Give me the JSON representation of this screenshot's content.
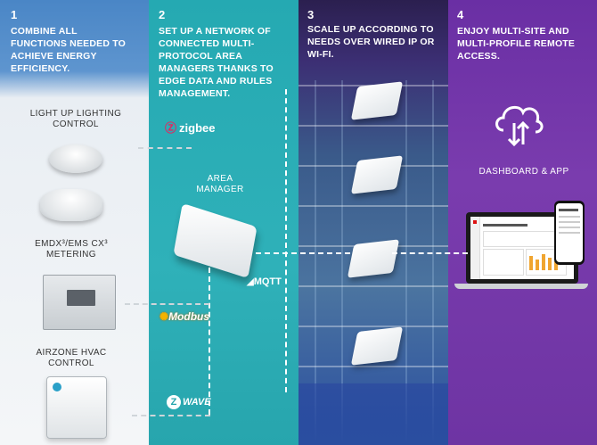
{
  "columns": [
    {
      "number": "1",
      "heading": "COMBINE ALL FUNCTIONS NEEDED TO ACHIEVE ENERGY EFFICIENCY."
    },
    {
      "number": "2",
      "heading": "SET UP A NETWORK OF CONNECTED MULTI-PROTOCOL AREA MANAGERS THANKS TO EDGE DATA AND RULES MANAGEMENT."
    },
    {
      "number": "3",
      "heading": "SCALE UP ACCORDING TO NEEDS OVER WIRED IP OR WI-FI."
    },
    {
      "number": "4",
      "heading": "ENJOY MULTI-SITE AND MULTI-PROFILE REMOTE ACCESS."
    }
  ],
  "devices": {
    "lighting": "LIGHT UP LIGHTING CONTROL",
    "metering": "EMDX³/EMS CX³ METERING",
    "hvac": "AIRZONE HVAC CONTROL"
  },
  "area_manager": "AREA MANAGER",
  "protocols": {
    "zigbee": "zigbee",
    "modbus": "Modbus",
    "mqtt": "MQTT",
    "zwave": "WAVE"
  },
  "dashboard_label": "DASHBOARD & APP",
  "icons": {
    "cloud": "cloud-sync-icon"
  }
}
